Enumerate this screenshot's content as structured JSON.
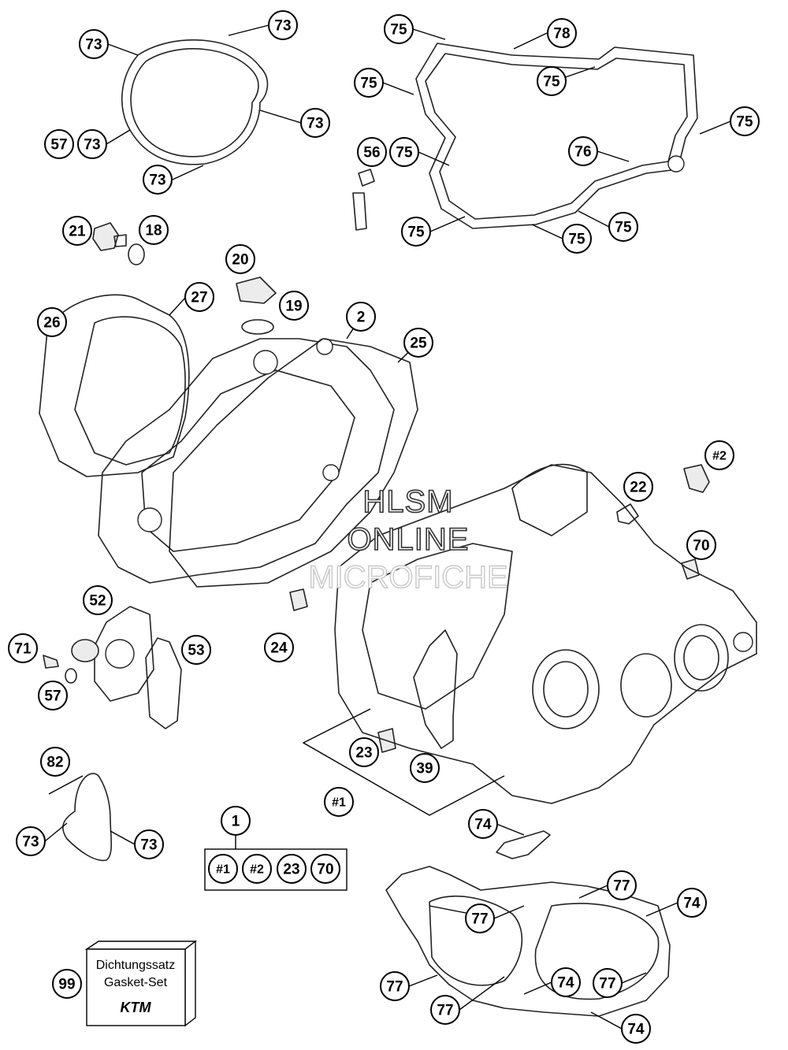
{
  "callouts": [
    {
      "id": "73a",
      "label": "73"
    },
    {
      "id": "73b",
      "label": "73"
    },
    {
      "id": "73c",
      "label": "73"
    },
    {
      "id": "57a",
      "label": "57"
    },
    {
      "id": "73d",
      "label": "73"
    },
    {
      "id": "73e",
      "label": "73"
    },
    {
      "id": "75a",
      "label": "75"
    },
    {
      "id": "78",
      "label": "78"
    },
    {
      "id": "75b",
      "label": "75"
    },
    {
      "id": "75c",
      "label": "75"
    },
    {
      "id": "75d",
      "label": "75"
    },
    {
      "id": "56",
      "label": "56"
    },
    {
      "id": "75e",
      "label": "75"
    },
    {
      "id": "76",
      "label": "76"
    },
    {
      "id": "75f",
      "label": "75"
    },
    {
      "id": "75g",
      "label": "75"
    },
    {
      "id": "75h",
      "label": "75"
    },
    {
      "id": "21",
      "label": "21"
    },
    {
      "id": "18",
      "label": "18"
    },
    {
      "id": "20",
      "label": "20"
    },
    {
      "id": "19",
      "label": "19"
    },
    {
      "id": "27",
      "label": "27"
    },
    {
      "id": "26",
      "label": "26"
    },
    {
      "id": "2",
      "label": "2"
    },
    {
      "id": "25",
      "label": "25"
    },
    {
      "id": "h2a",
      "label": "#2"
    },
    {
      "id": "22",
      "label": "22"
    },
    {
      "id": "70",
      "label": "70"
    },
    {
      "id": "52",
      "label": "52"
    },
    {
      "id": "53",
      "label": "53"
    },
    {
      "id": "71",
      "label": "71"
    },
    {
      "id": "57b",
      "label": "57"
    },
    {
      "id": "24",
      "label": "24"
    },
    {
      "id": "23",
      "label": "23"
    },
    {
      "id": "39",
      "label": "39"
    },
    {
      "id": "h1a",
      "label": "#1"
    },
    {
      "id": "82",
      "label": "82"
    },
    {
      "id": "73f",
      "label": "73"
    },
    {
      "id": "73g",
      "label": "73"
    },
    {
      "id": "1",
      "label": "1"
    },
    {
      "id": "k1",
      "label": "#1"
    },
    {
      "id": "k2",
      "label": "#2"
    },
    {
      "id": "k3",
      "label": "23"
    },
    {
      "id": "k4",
      "label": "70"
    },
    {
      "id": "74a",
      "label": "74"
    },
    {
      "id": "77a",
      "label": "77"
    },
    {
      "id": "77b",
      "label": "77"
    },
    {
      "id": "74b",
      "label": "74"
    },
    {
      "id": "77c",
      "label": "77"
    },
    {
      "id": "74c",
      "label": "74"
    },
    {
      "id": "77d",
      "label": "77"
    },
    {
      "id": "77e",
      "label": "77"
    },
    {
      "id": "74d",
      "label": "74"
    },
    {
      "id": "99",
      "label": "99"
    }
  ],
  "watermark": {
    "line1": "HLSM",
    "line2": "ONLINE",
    "line3": "MICROFICHE"
  },
  "gasket_box": {
    "line1": "Dichtungssatz",
    "line2": "Gasket-Set",
    "brand": "KTM"
  }
}
